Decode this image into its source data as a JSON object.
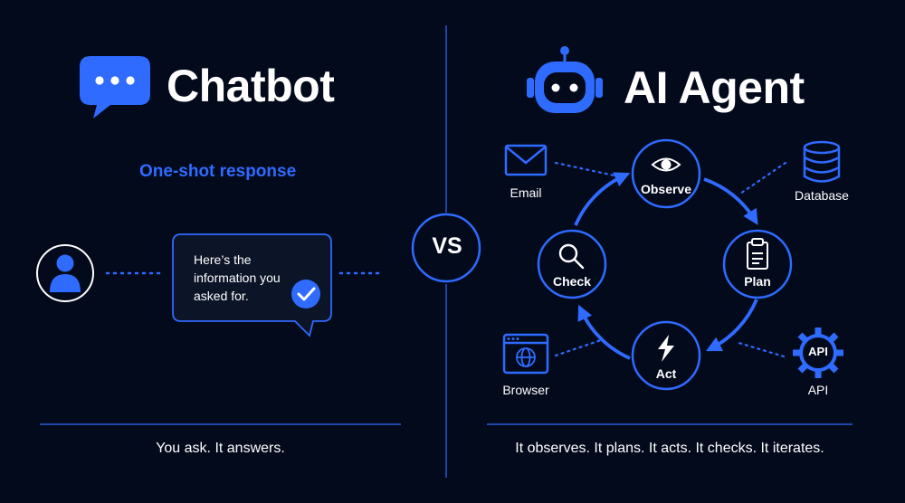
{
  "colors": {
    "background": "#020a1c",
    "accent": "#2f6bff",
    "text": "#ffffff"
  },
  "chatbot": {
    "title": "Chatbot",
    "icon": "chat-bubble-icon",
    "subtitle": "One-shot response",
    "user_icon": "user-icon",
    "reply_lines": [
      "Here’s the",
      "information you",
      "asked for."
    ],
    "reply_icon": "check-icon",
    "caption": "You ask. It answers."
  },
  "vs_label": "VS",
  "agent": {
    "title": "AI Agent",
    "icon": "robot-icon",
    "loop": [
      {
        "label": "Observe",
        "icon": "eye-icon"
      },
      {
        "label": "Plan",
        "icon": "clipboard-icon"
      },
      {
        "label": "Act",
        "icon": "lightning-icon"
      },
      {
        "label": "Check",
        "icon": "magnifier-icon"
      }
    ],
    "tools": [
      {
        "label": "Email",
        "icon": "envelope-icon"
      },
      {
        "label": "Database",
        "icon": "database-icon"
      },
      {
        "label": "API",
        "icon": "gear-api-icon",
        "icon_text": "API"
      },
      {
        "label": "Browser",
        "icon": "browser-icon"
      }
    ],
    "caption": "It observes. It plans. It acts. It checks. It iterates."
  }
}
